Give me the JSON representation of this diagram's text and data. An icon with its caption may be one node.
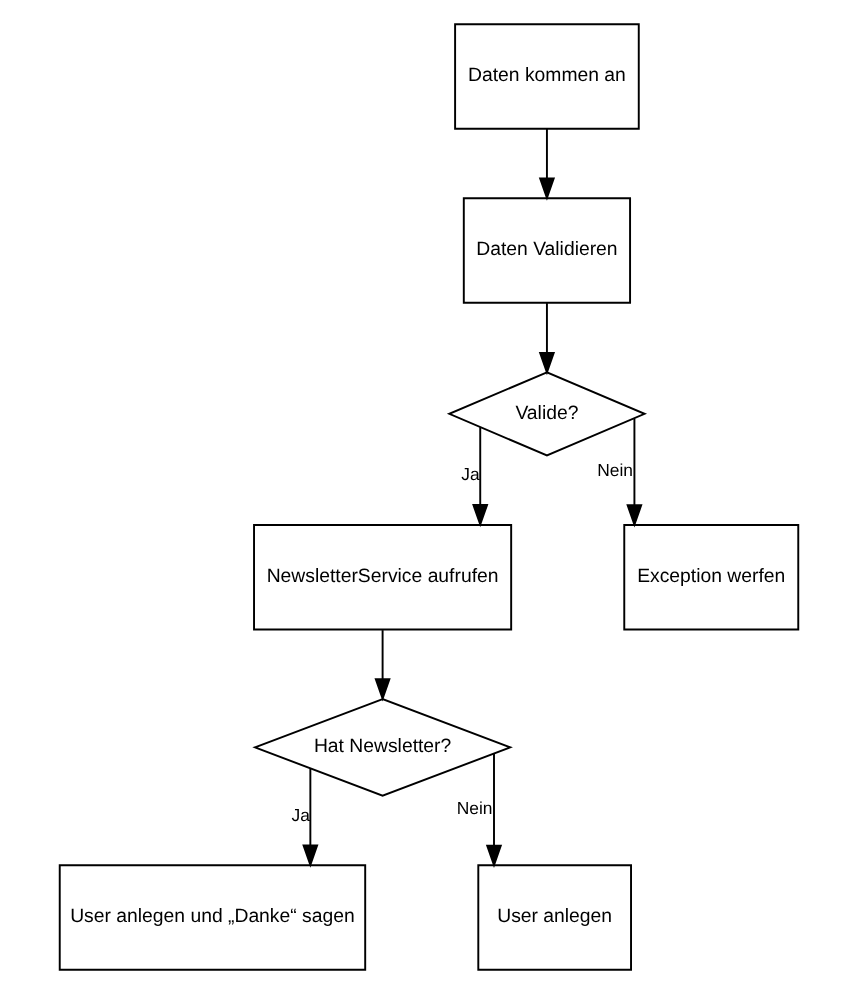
{
  "diagram": {
    "nodes": [
      {
        "text": [
          "Daten kommen an"
        ]
      },
      {
        "text": [
          "Daten Validieren"
        ]
      },
      {
        "text": [
          "Valide?"
        ]
      },
      {
        "text": [
          "NewsletterService aufrufen"
        ]
      },
      {
        "text": [
          "Exception werfen"
        ]
      },
      {
        "text": [
          "Hat Newsletter?"
        ]
      },
      {
        "text": [
          "User anlegen und „Danke“ sagen"
        ]
      },
      {
        "text": [
          "User anlegen"
        ]
      }
    ],
    "edges": [
      {
        "from": 0,
        "to": 1,
        "arrow": "to"
      },
      {
        "from": 1,
        "to": 2,
        "arrow": "to"
      },
      {
        "from": 2,
        "to": 3,
        "arrow": "to",
        "label": "Ja"
      },
      {
        "from": 2,
        "to": 4,
        "arrow": "to",
        "label": "Nein"
      },
      {
        "from": 3,
        "to": 5,
        "arrow": "to"
      },
      {
        "from": 5,
        "to": 6,
        "arrow": "to",
        "label": "Ja"
      },
      {
        "from": 5,
        "to": 7,
        "arrow": "to",
        "label": "Nein"
      }
    ]
  }
}
